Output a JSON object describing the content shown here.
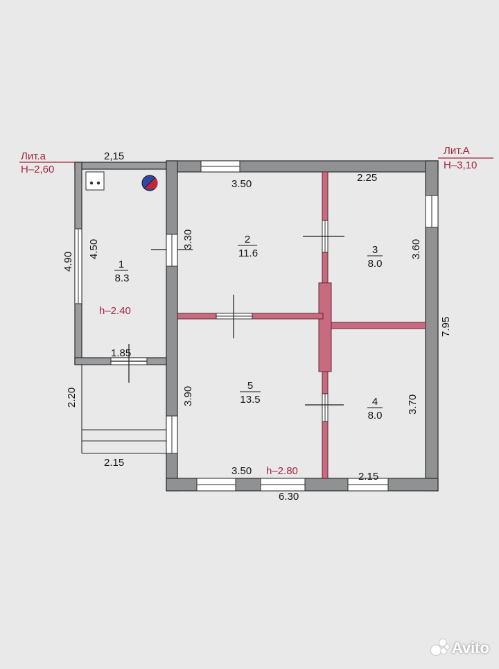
{
  "labels": {
    "lit_a_small": "Лит.а",
    "height_a_small": "Н–2,60",
    "lit_a_big": "Лит.А",
    "height_a_big": "Н–3,10",
    "h_room1": "h–2.40",
    "h_room5": "h–2.80"
  },
  "dimensions": {
    "top_porch": "2,15",
    "top_room2": "3.50",
    "top_room3": "2.25",
    "left_outer": "4.90",
    "left_inner": "4.50",
    "room2_height": "3.30",
    "room3_height": "3.60",
    "right_total": "7.95",
    "porch_bottom": "1.85",
    "porch2_height": "2.20",
    "porch2_width": "2.15",
    "room5_height": "3.90",
    "room4_height": "3.70",
    "bottom_room5": "3.50",
    "bottom_room4": "2.15",
    "bottom_total": "6.30"
  },
  "rooms": [
    {
      "number": "1",
      "area": "8.3"
    },
    {
      "number": "2",
      "area": "11.6"
    },
    {
      "number": "3",
      "area": "8.0"
    },
    {
      "number": "4",
      "area": "8.0"
    },
    {
      "number": "5",
      "area": "13.5"
    }
  ],
  "watermark": "Avito",
  "colors": {
    "wall": "#8f9193",
    "partition": "#c96a80",
    "annotation": "#a3263c"
  }
}
